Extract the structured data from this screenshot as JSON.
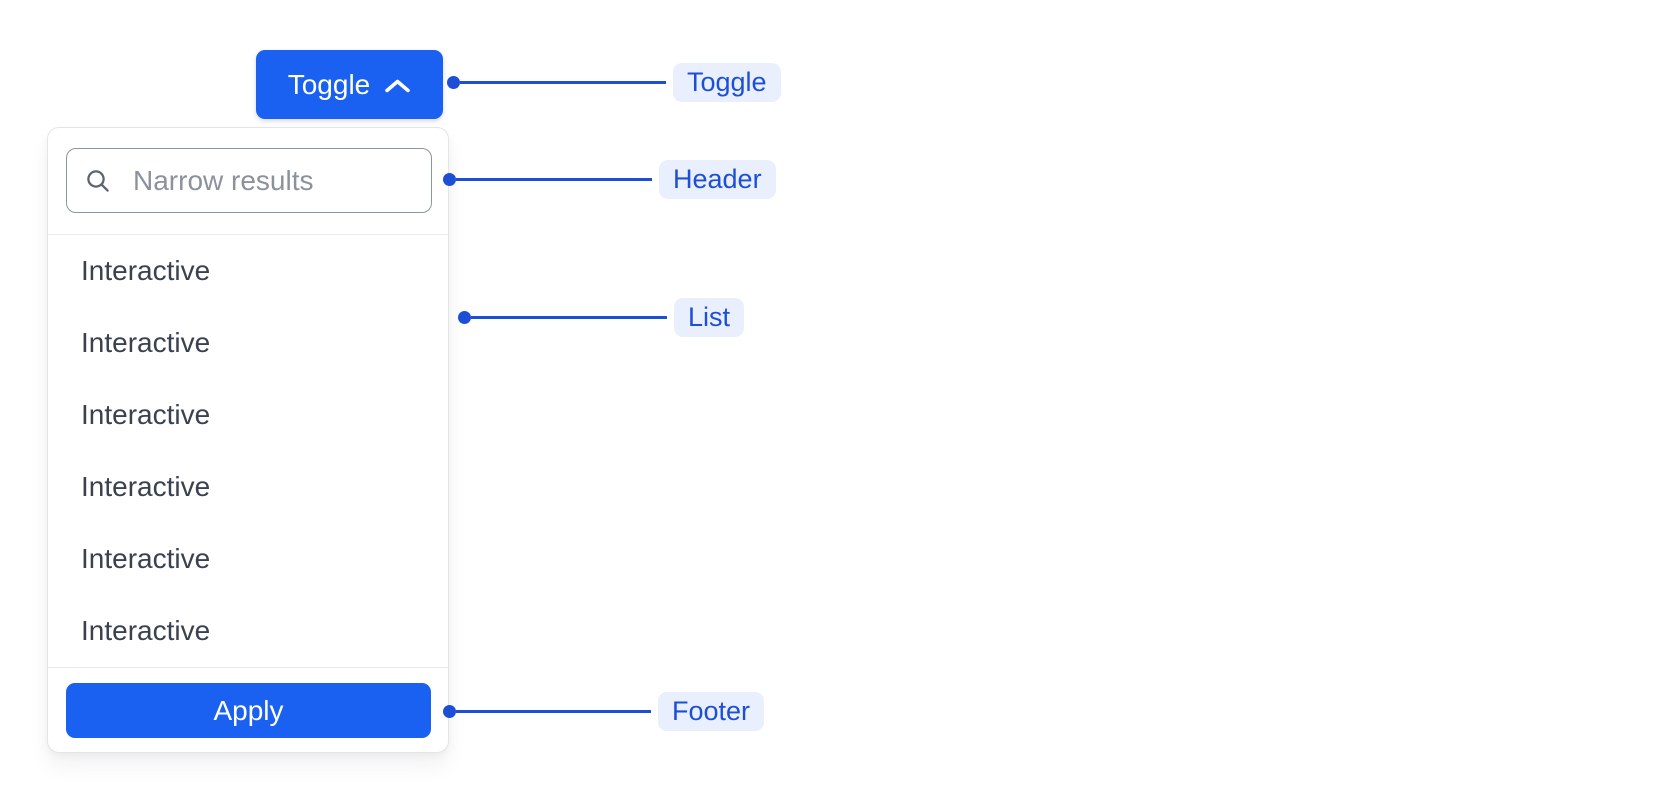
{
  "toggle_button": {
    "label": "Toggle",
    "icon": "chevron-up-icon"
  },
  "dropdown": {
    "header": {
      "search_placeholder": "Narrow results",
      "search_icon": "search-icon"
    },
    "list": {
      "items": [
        "Interactive",
        "Interactive",
        "Interactive",
        "Interactive",
        "Interactive",
        "Interactive"
      ]
    },
    "footer": {
      "apply_label": "Apply"
    }
  },
  "annotations": {
    "toggle": {
      "label": "Toggle"
    },
    "header": {
      "label": "Header"
    },
    "list": {
      "label": "List"
    },
    "footer": {
      "label": "Footer"
    }
  },
  "colors": {
    "primary_blue": "#1a61f2",
    "annotation_blue": "#1c4fd6",
    "annotation_pill_bg": "#e9effc",
    "panel_border": "#e3e5e9",
    "input_border": "#8e95a2",
    "item_text": "#3a414f",
    "placeholder_text": "#8b919d"
  }
}
